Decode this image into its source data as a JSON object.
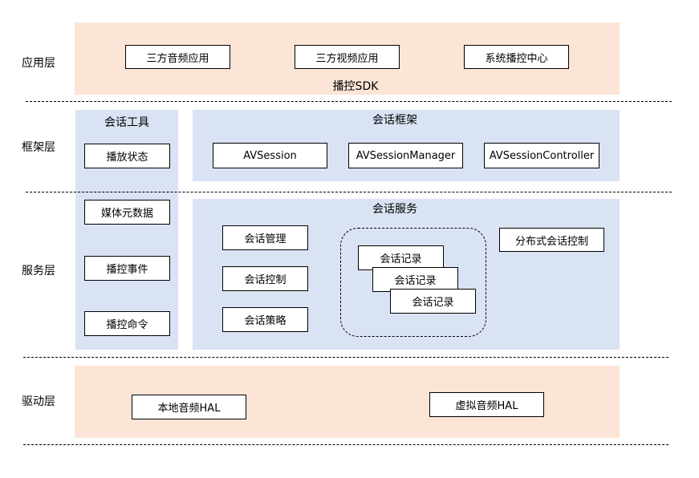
{
  "layers": {
    "app": "应用层",
    "framework": "框架层",
    "service": "服务层",
    "driver": "驱动层"
  },
  "app_layer": {
    "items": [
      "三方音频应用",
      "三方视频应用",
      "系统播控中心"
    ],
    "sdk_label": "播控SDK"
  },
  "session_tools": {
    "title": "会话工具",
    "items": [
      "播放状态",
      "媒体元数据",
      "播控事件",
      "播控命令"
    ]
  },
  "session_framework": {
    "title": "会话框架",
    "items": [
      "AVSession",
      "AVSessionManager",
      "AVSessionController"
    ]
  },
  "session_service": {
    "title": "会话服务",
    "items": [
      "会话管理",
      "会话控制",
      "会话策略"
    ],
    "records": [
      "会话记录",
      "会话记录",
      "会话记录"
    ],
    "distributed": "分布式会话控制"
  },
  "driver_layer": {
    "items": [
      "本地音频HAL",
      "虚拟音频HAL"
    ]
  },
  "colors": {
    "band": "#fce4d6",
    "panel": "#dae3f3",
    "box_border": "#000000"
  }
}
